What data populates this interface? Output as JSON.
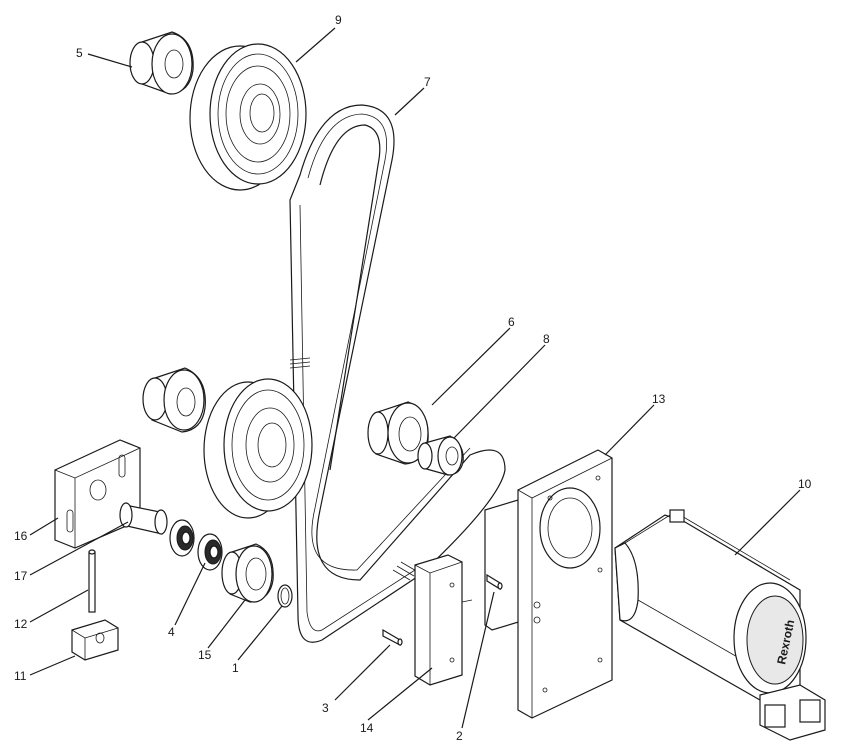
{
  "callouts": [
    {
      "id": "c1",
      "text": "1"
    },
    {
      "id": "c2",
      "text": "2"
    },
    {
      "id": "c3",
      "text": "3"
    },
    {
      "id": "c4",
      "text": "4"
    },
    {
      "id": "c5",
      "text": "5"
    },
    {
      "id": "c6",
      "text": "6"
    },
    {
      "id": "c7",
      "text": "7"
    },
    {
      "id": "c8",
      "text": "8"
    },
    {
      "id": "c9",
      "text": "9"
    },
    {
      "id": "c10",
      "text": "10"
    },
    {
      "id": "c11",
      "text": "11"
    },
    {
      "id": "c12",
      "text": "12"
    },
    {
      "id": "c13",
      "text": "13"
    },
    {
      "id": "c14",
      "text": "14"
    },
    {
      "id": "c15",
      "text": "15"
    },
    {
      "id": "c16",
      "text": "16"
    },
    {
      "id": "c17",
      "text": "17"
    }
  ],
  "motor": {
    "brand": "Rexroth"
  }
}
